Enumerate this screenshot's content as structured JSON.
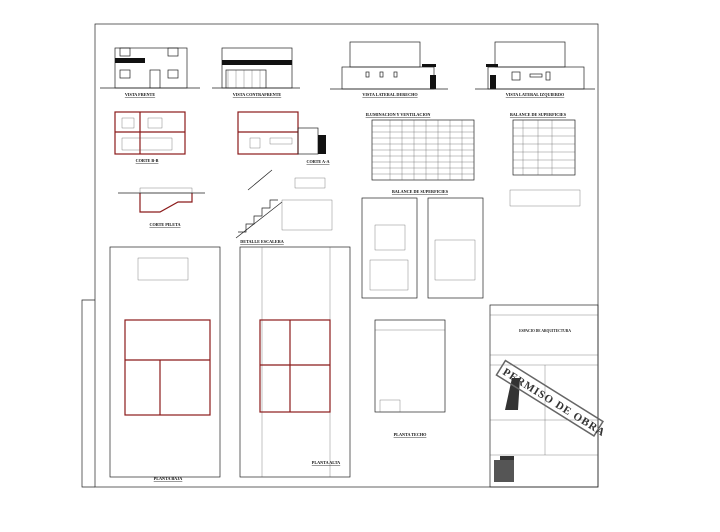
{
  "sheet": {
    "views": {
      "front": "VISTA FRENTE",
      "rear": "VISTA CONTRAFRENTE",
      "right": "VISTA LATERAL DERECHO",
      "left": "VISTA LATERAL IZQUIERDO"
    },
    "sections": {
      "bb": "CORTE B-B",
      "aa": "CORTE A-A",
      "pool": "CORTE PILETA",
      "stair": "DETALLE ESCALERA"
    },
    "tables": {
      "lighting": "ILUMINACION Y VENTILACION",
      "balance": "BALANCE DE SUPERFICIES",
      "balance_mid": "BALANCE DE SUPERFICIES"
    },
    "plans": {
      "ground": "PLANTA BAJA",
      "upper": "PLANTA ALTA",
      "roof": "PLANTA TECHO"
    },
    "title_block": {
      "heading": "ESPACIO DE ARQUITECTURA",
      "stamp": "PERMISO DE OBRA"
    },
    "colors": {
      "section_walls": "#8b1a1a",
      "ink": "#222222"
    }
  }
}
